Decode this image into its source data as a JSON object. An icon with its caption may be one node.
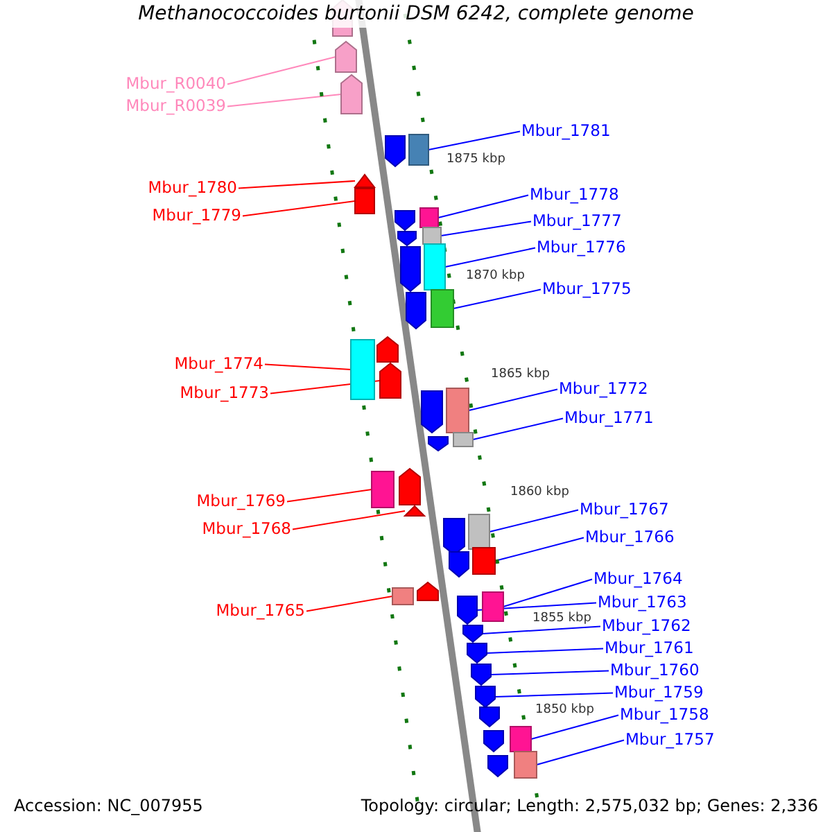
{
  "diagram": {
    "title": "Methanococcoides burtonii DSM 6242, complete genome",
    "nodes": [
      {
        "text": [
          "Mbur_R0040"
        ]
      },
      {
        "text": [],
        "shape": "pentagon"
      },
      {
        "text": [
          "Mbur_R0039"
        ]
      },
      {
        "text": [],
        "shape": "pentagon"
      },
      {
        "text": [
          "Mbur_1781"
        ]
      },
      {
        "text": [],
        "shape": "box"
      },
      {
        "text": [
          "Mbur_1780"
        ]
      },
      {
        "text": [],
        "shape": "triangle"
      },
      {
        "text": [
          "Mbur_1779"
        ]
      },
      {
        "text": [],
        "shape": "box"
      },
      {
        "text": [
          "Mbur_1778"
        ]
      },
      {
        "text": [],
        "shape": "box"
      },
      {
        "text": [
          "Mbur_1777"
        ]
      },
      {
        "text": [],
        "shape": "box"
      },
      {
        "text": [
          "Mbur_1776"
        ]
      },
      {
        "text": [],
        "shape": "box"
      },
      {
        "text": [
          "Mbur_1775"
        ]
      },
      {
        "text": [],
        "shape": "box"
      },
      {
        "text": [
          "Mbur_1774"
        ]
      },
      {
        "text": [],
        "shape": "box"
      },
      {
        "text": [
          "Mbur_1773"
        ]
      },
      {
        "text": [],
        "shape": "pentagon"
      },
      {
        "text": [
          "Mbur_1772"
        ]
      },
      {
        "text": [],
        "shape": "box"
      },
      {
        "text": [
          "Mbur_1771"
        ]
      },
      {
        "text": [],
        "shape": "box"
      },
      {
        "text": [
          "Mbur_1769"
        ]
      },
      {
        "text": [],
        "shape": "box"
      },
      {
        "text": [
          "Mbur_1768"
        ]
      },
      {
        "text": [],
        "shape": "triangle"
      },
      {
        "text": [
          "Mbur_1767"
        ]
      },
      {
        "text": [],
        "shape": "box"
      },
      {
        "text": [
          "Mbur_1766"
        ]
      },
      {
        "text": [],
        "shape": "box"
      },
      {
        "text": [
          "Mbur_1765"
        ]
      },
      {
        "text": [],
        "shape": "box"
      },
      {
        "text": [
          "Mbur_1764"
        ]
      },
      {
        "text": [],
        "shape": "box"
      },
      {
        "text": [
          "Mbur_1763"
        ]
      },
      {
        "text": [],
        "shape": "pentagon"
      },
      {
        "text": [
          "Mbur_1762"
        ]
      },
      {
        "text": [],
        "shape": "pentagon"
      },
      {
        "text": [
          "Mbur_1761"
        ]
      },
      {
        "text": [],
        "shape": "pentagon"
      },
      {
        "text": [
          "Mbur_1760"
        ]
      },
      {
        "text": [],
        "shape": "pentagon"
      },
      {
        "text": [
          "Mbur_1759"
        ]
      },
      {
        "text": [],
        "shape": "pentagon"
      },
      {
        "text": [
          "Mbur_1758"
        ]
      },
      {
        "text": [],
        "shape": "box"
      },
      {
        "text": [
          "Mbur_1757"
        ]
      },
      {
        "text": [],
        "shape": "box"
      },
      {
        "text": [],
        "shape": "pentagon"
      },
      {
        "text": [],
        "shape": "pentagon"
      },
      {
        "text": [],
        "shape": "pentagon"
      },
      {
        "text": [],
        "shape": "pentagon"
      },
      {
        "text": [],
        "shape": "pentagon"
      },
      {
        "text": [],
        "shape": "pentagon"
      },
      {
        "text": [],
        "shape": "pentagon"
      },
      {
        "text": [],
        "shape": "pentagon"
      },
      {
        "text": [],
        "shape": "pentagon"
      },
      {
        "text": [],
        "shape": "pentagon"
      },
      {
        "text": [],
        "shape": "pentagon"
      },
      {
        "text": [],
        "shape": "pentagon"
      },
      {
        "text": [],
        "shape": "pentagon"
      },
      {
        "text": [],
        "shape": "pentagon"
      },
      {
        "text": [],
        "shape": "pentagon"
      },
      {
        "text": [],
        "shape": "pentagon"
      }
    ],
    "edges": [
      {
        "from": 0,
        "to": 1,
        "arrow": "none",
        "color": "#ff88bb"
      },
      {
        "from": 2,
        "to": 3,
        "arrow": "none",
        "color": "#ff88bb"
      },
      {
        "from": 4,
        "to": 5,
        "arrow": "none"
      },
      {
        "from": 6,
        "to": 7,
        "arrow": "none",
        "color": "#ff0000"
      },
      {
        "from": 8,
        "to": 9,
        "arrow": "none",
        "color": "#ff0000"
      },
      {
        "from": 10,
        "to": 11,
        "arrow": "none"
      },
      {
        "from": 12,
        "to": 13,
        "arrow": "none"
      },
      {
        "from": 14,
        "to": 15,
        "arrow": "none"
      },
      {
        "from": 16,
        "to": 17,
        "arrow": "none"
      },
      {
        "from": 18,
        "to": 19,
        "arrow": "none",
        "color": "#ff0000"
      },
      {
        "from": 20,
        "to": 21,
        "arrow": "none",
        "color": "#ff0000"
      },
      {
        "from": 22,
        "to": 23,
        "arrow": "none"
      },
      {
        "from": 24,
        "to": 25,
        "arrow": "none"
      },
      {
        "from": 26,
        "to": 27,
        "arrow": "none",
        "color": "#ff0000"
      },
      {
        "from": 28,
        "to": 29,
        "arrow": "none",
        "color": "#ff0000"
      },
      {
        "from": 30,
        "to": 31,
        "arrow": "none"
      },
      {
        "from": 32,
        "to": 33,
        "arrow": "none"
      },
      {
        "from": 34,
        "to": 35,
        "arrow": "none",
        "color": "#ff0000"
      },
      {
        "from": 36,
        "to": 37,
        "arrow": "none"
      },
      {
        "from": 38,
        "to": 39,
        "arrow": "none"
      },
      {
        "from": 40,
        "to": 41,
        "arrow": "none"
      },
      {
        "from": 42,
        "to": 43,
        "arrow": "none"
      },
      {
        "from": 44,
        "to": 45,
        "arrow": "none"
      },
      {
        "from": 46,
        "to": 47,
        "arrow": "none"
      },
      {
        "from": 48,
        "to": 49,
        "arrow": "none"
      },
      {
        "from": 50,
        "to": 51,
        "arrow": "none"
      }
    ],
    "labels": [
      "1875 kbp",
      "1870 kbp",
      "1865 kbp",
      "1860 kbp",
      "1855 kbp",
      "1850 kbp",
      "Accession: NC_007955",
      "Topology: circular; Length: 2,575,032 bp; Genes: 2,336"
    ]
  }
}
